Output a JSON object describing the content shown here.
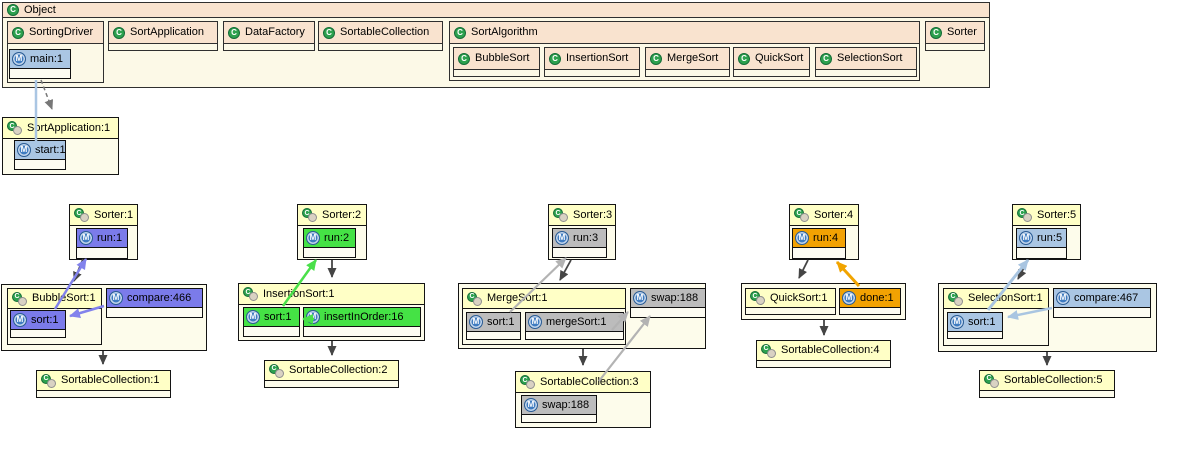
{
  "colors": {
    "class_header": "#f9e3cf",
    "class_body": "#fcf9e7",
    "instance_header": "#ffffc6",
    "instance_body": "#fdfceb",
    "highlight_blue": "#aac6e3",
    "highlight_purple": "#7b7bea",
    "highlight_green": "#45e245",
    "highlight_gray": "#bcbcbc",
    "highlight_orange": "#f2a202",
    "method_icon_blue": "#3e7bc0",
    "class_icon_green": "#2da14e",
    "edge_dark": "#454545",
    "edge_gray": "#b3b3b3",
    "edge_dashed": "#777777"
  },
  "icons": {
    "class_glyph": "C",
    "method_glyph": "M"
  },
  "class_diagram": {
    "root_label": "Object",
    "sorting_driver": {
      "label": "SortingDriver",
      "method": "main:1"
    },
    "sort_application": {
      "label": "SortApplication"
    },
    "data_factory": {
      "label": "DataFactory"
    },
    "sortable_collection": {
      "label": "SortableCollection"
    },
    "sort_algorithm": {
      "label": "SortAlgorithm",
      "subclasses": [
        {
          "label": "BubbleSort"
        },
        {
          "label": "InsertionSort"
        },
        {
          "label": "MergeSort"
        },
        {
          "label": "QuickSort"
        },
        {
          "label": "SelectionSort"
        }
      ]
    },
    "sorter": {
      "label": "Sorter"
    }
  },
  "object_diagram": {
    "sort_application_instance": {
      "title": "SortApplication:1",
      "method": "start:1"
    },
    "groups": [
      {
        "sorter_title": "Sorter:1",
        "run_method": "run:1",
        "algo_title": "BubbleSort:1",
        "algo_methods": [
          "sort:1"
        ],
        "outer_method": "compare:466",
        "collection_title": "SortableCollection:1"
      },
      {
        "sorter_title": "Sorter:2",
        "run_method": "run:2",
        "algo_title": "InsertionSort:1",
        "algo_methods": [
          "sort:1",
          "insertInOrder:16"
        ],
        "collection_title": "SortableCollection:2"
      },
      {
        "sorter_title": "Sorter:3",
        "run_method": "run:3",
        "algo_title": "MergeSort:1",
        "algo_methods": [
          "sort:1",
          "mergeSort:1"
        ],
        "outer_method": "swap:188",
        "collection_title": "SortableCollection:3",
        "collection_method": "swap:188"
      },
      {
        "sorter_title": "Sorter:4",
        "run_method": "run:4",
        "algo_title": "QuickSort:1",
        "algo_methods": [],
        "outer_method": "done:1",
        "collection_title": "SortableCollection:4"
      },
      {
        "sorter_title": "Sorter:5",
        "run_method": "run:5",
        "algo_title": "SelectionSort:1",
        "algo_methods": [
          "sort:1"
        ],
        "outer_method": "compare:467",
        "collection_title": "SortableCollection:5"
      }
    ]
  }
}
